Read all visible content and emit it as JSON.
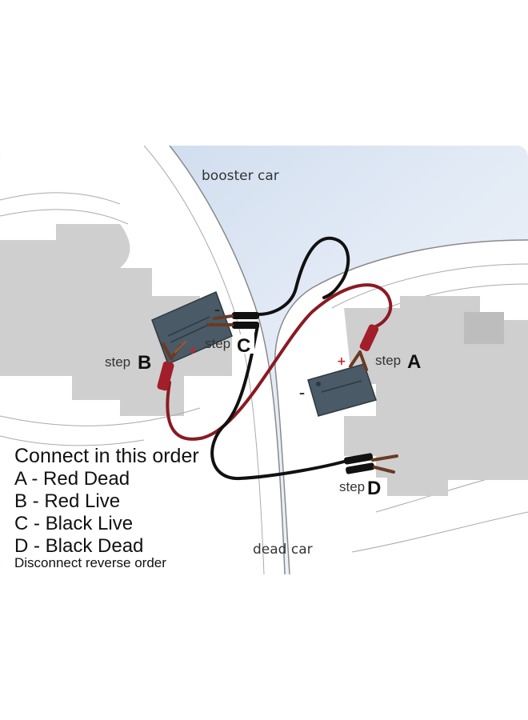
{
  "labels": {
    "booster_car": "booster car",
    "dead_car": "dead car"
  },
  "steps": {
    "a": {
      "prefix": "step",
      "letter": "A"
    },
    "b": {
      "prefix": "step",
      "letter": "B"
    },
    "c": {
      "prefix": "step",
      "letter": "C"
    },
    "d": {
      "prefix": "step",
      "letter": "D"
    }
  },
  "terminals": {
    "booster_plus": "+",
    "booster_minus": "–",
    "dead_plus": "+",
    "dead_minus": "–"
  },
  "instructions": {
    "title": "Connect in this order",
    "lines": [
      "A - Red Dead",
      "B - Red Live",
      "C - Black Live",
      "D - Black Dead"
    ],
    "note": "Disconnect reverse order"
  },
  "colors": {
    "red_cable": "#8a1a22",
    "black_cable": "#111111",
    "battery": "#4a5a66",
    "road_panel": "#dfe8f4"
  }
}
